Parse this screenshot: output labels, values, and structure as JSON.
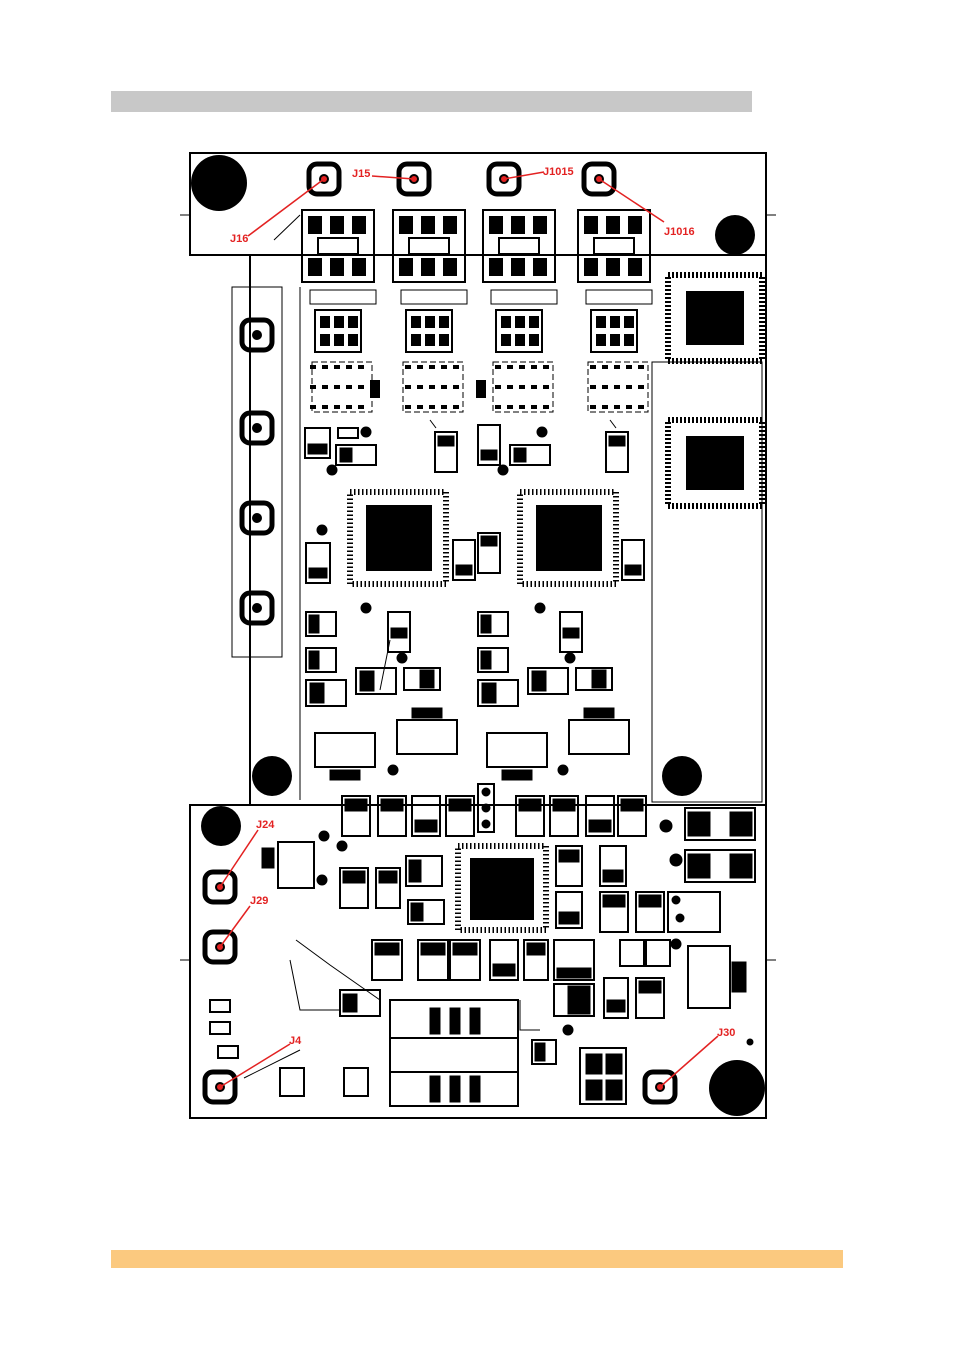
{
  "page": {
    "header_bar_color": "#c8c8c8",
    "footer_bar_color": "#fbc97f"
  },
  "diagram": {
    "type": "pcb-silkscreen-layout",
    "callout_color": "#e32222",
    "labels": {
      "j15": "J15",
      "j1015": "J1015",
      "j16": "J16",
      "j1016": "J1016",
      "j24": "J24",
      "j29": "J29",
      "j4": "J4",
      "j30": "J30"
    }
  }
}
